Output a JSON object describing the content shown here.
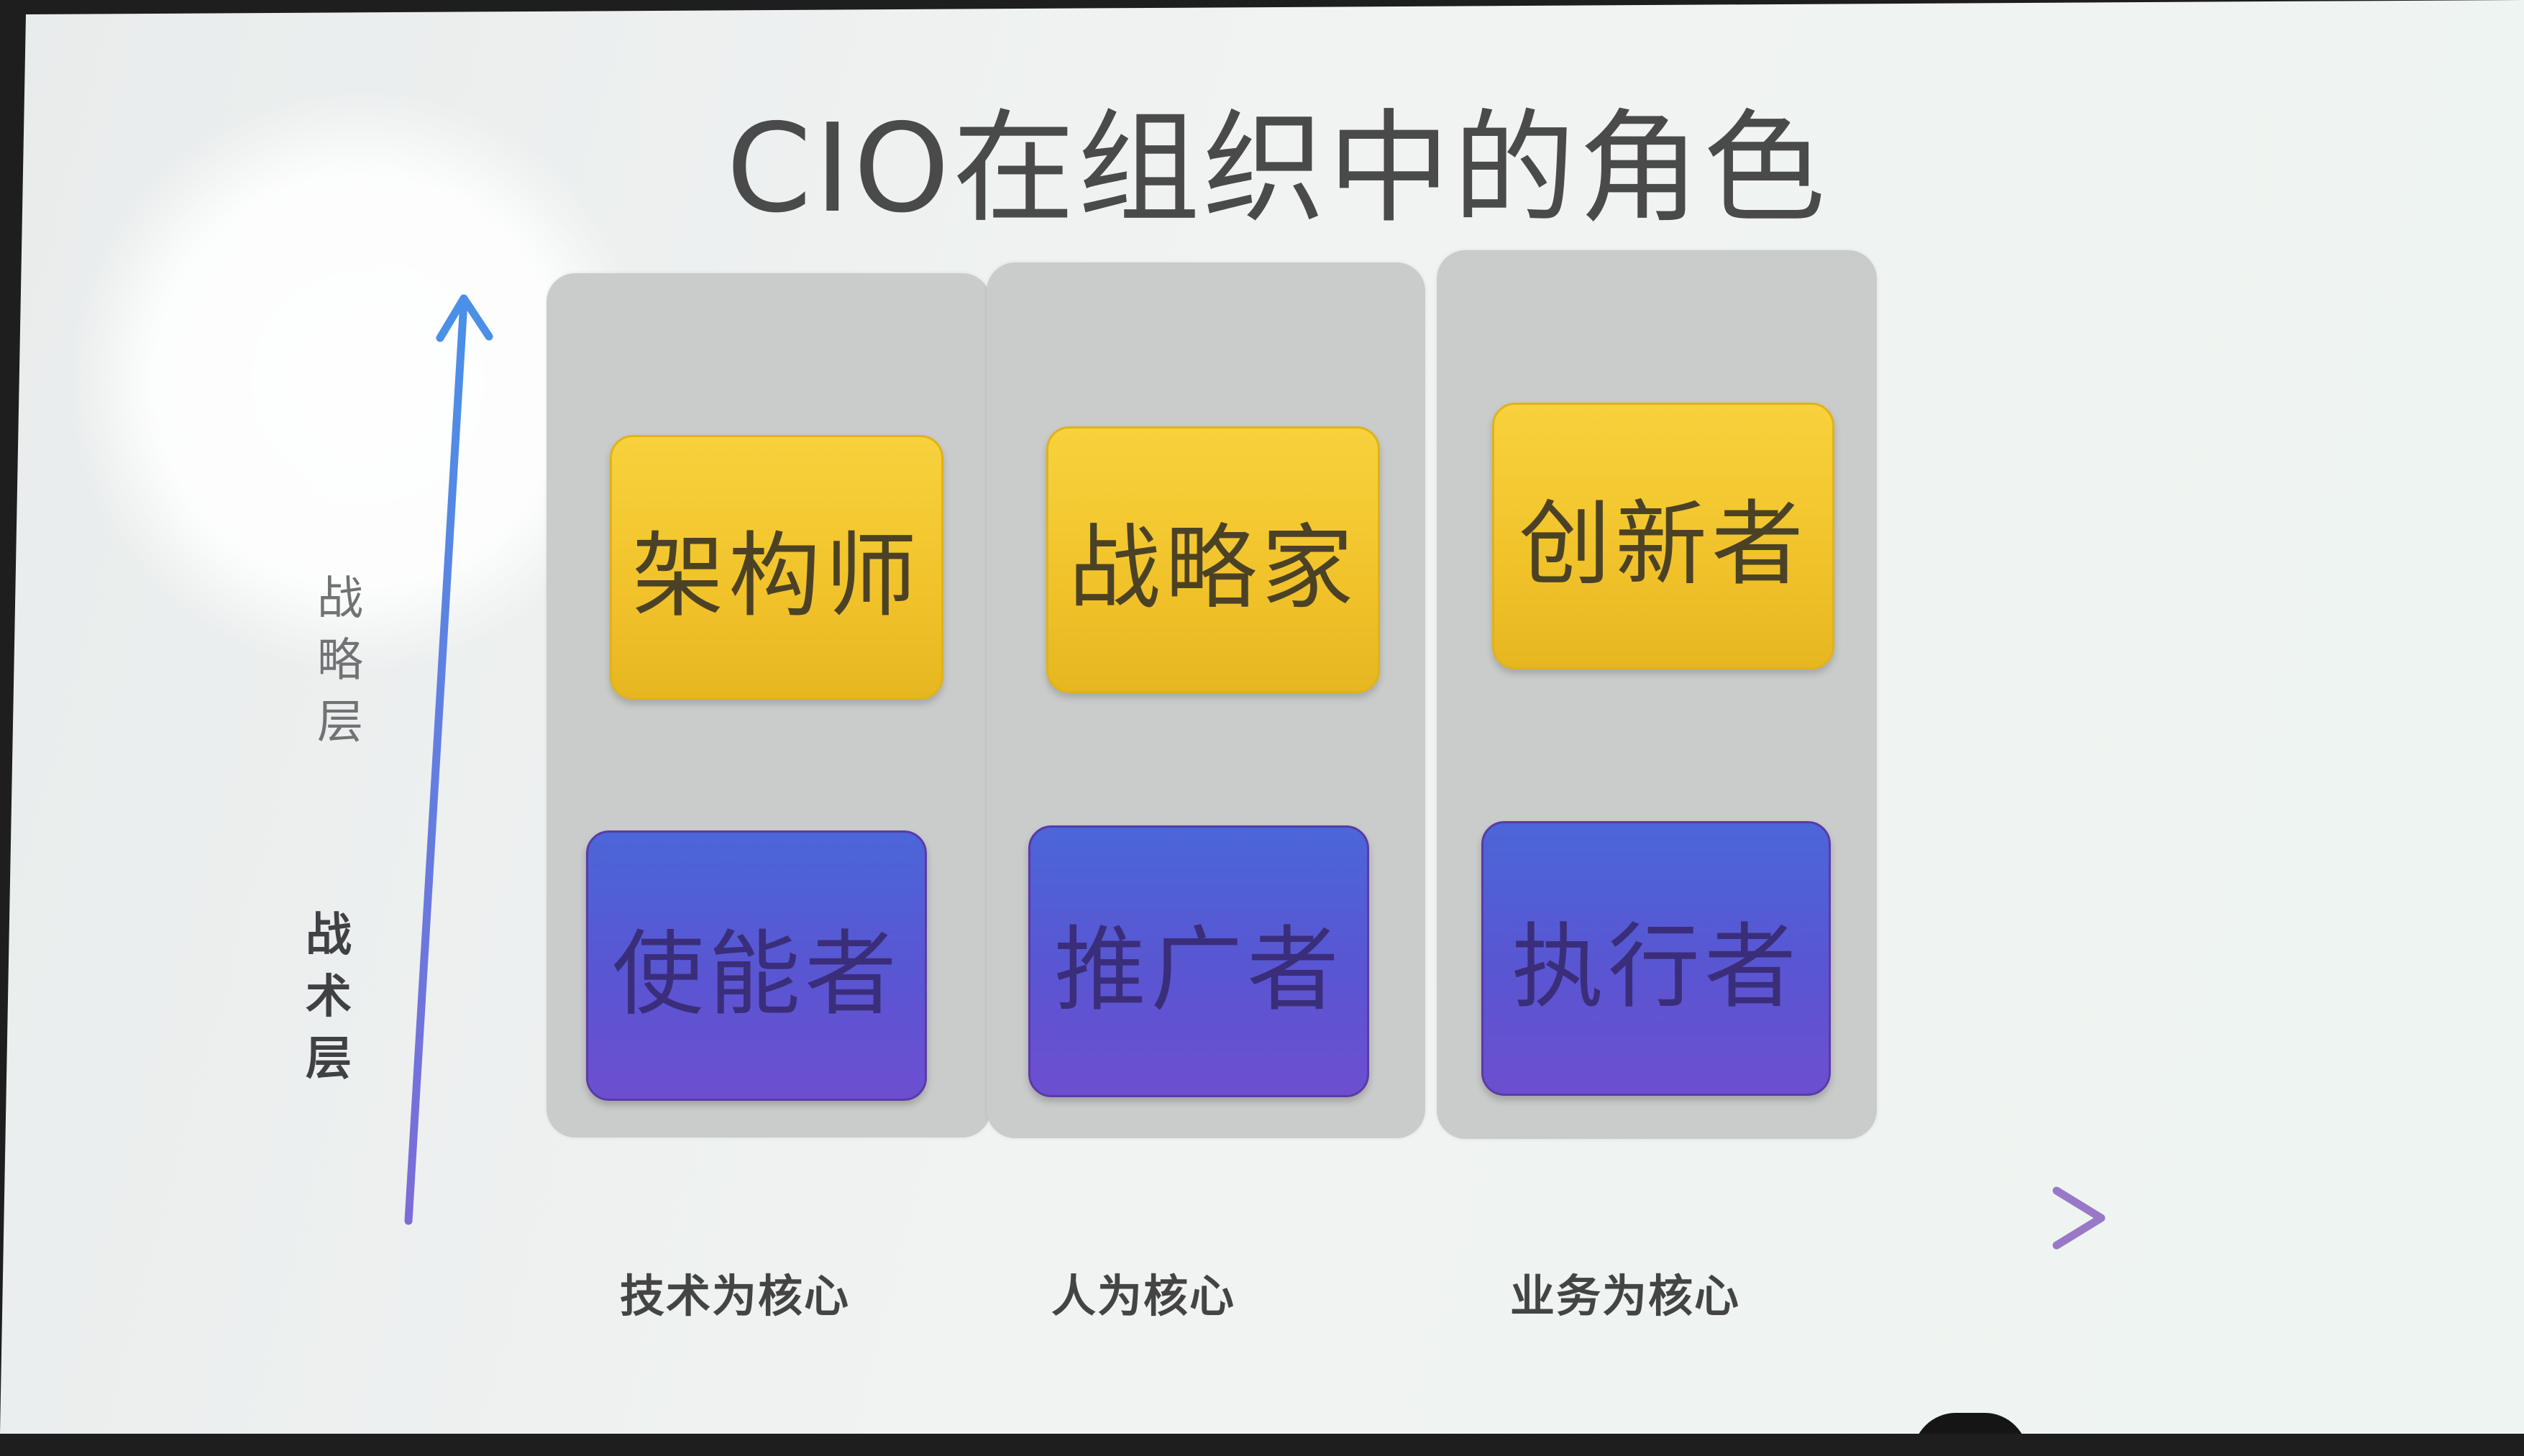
{
  "slide": {
    "title": "CIO在组织中的角色"
  },
  "axes": {
    "y_labels": {
      "strategic": "战略层",
      "tactical": "战术层"
    },
    "x_labels": [
      "技术为核心",
      "人为核心",
      "业务为核心"
    ],
    "colors": {
      "y_start": "#7b6cd8",
      "y_end": "#4a90e8",
      "x_start": "#6f63d6",
      "x_end": "#9a78c8"
    }
  },
  "roles": {
    "strategic": [
      "架构师",
      "战略家",
      "创新者"
    ],
    "tactical": [
      "使能者",
      "推广者",
      "执行者"
    ]
  },
  "colors": {
    "strategic_fill": "#f4cb33",
    "tactical_fill": "#5560d4",
    "column_fill": "#c9cccb"
  }
}
